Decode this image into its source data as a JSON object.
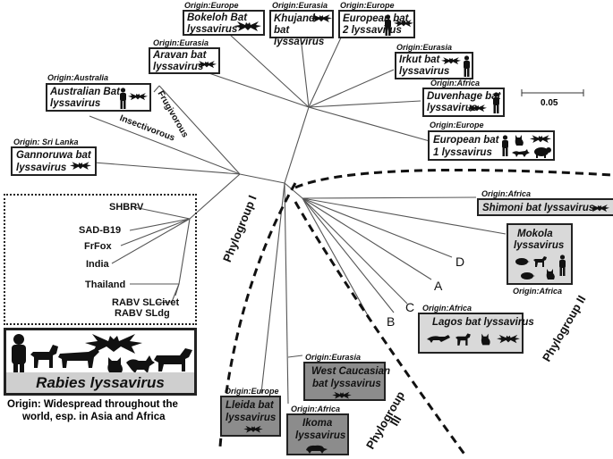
{
  "scale_bar": {
    "label": "0.05"
  },
  "clades": {
    "frugivorous": "Frugivorous",
    "insectivorous": "Insectivorous"
  },
  "phylogroups": {
    "one": "Phylogroup I",
    "two": "Phylogroup II",
    "three_a": "Phylogroup",
    "three_b": "III"
  },
  "branch_letters": {
    "a": "A",
    "b": "B",
    "c": "C",
    "d": "D"
  },
  "viruses": [
    {
      "id": "bokeloh",
      "origin": "Origin:Europe",
      "line1": "Bokeloh Bat",
      "line2": "lyssavirus"
    },
    {
      "id": "khujand",
      "origin": "Origin:Eurasia",
      "line1": "Khujand",
      "line2": "bat lyssavirus"
    },
    {
      "id": "ebl2",
      "origin": "Origin:Europe",
      "line1": "European bat",
      "line2": "2 lyssavirus"
    },
    {
      "id": "aravan",
      "origin": "Origin:Eurasia",
      "line1": "Aravan bat",
      "line2": "lyssavirus"
    },
    {
      "id": "irkut",
      "origin": "Origin:Eurasia",
      "line1": "Irkut bat",
      "line2": "lyssavirus"
    },
    {
      "id": "australian",
      "origin": "Origin:Australia",
      "line1": "Australian Bat",
      "line2": "lyssavirus"
    },
    {
      "id": "duvenhage",
      "origin": "Origin:Africa",
      "line1": "Duvenhage bat",
      "line2": "lyssavirus"
    },
    {
      "id": "ebl1",
      "origin": "Origin:Europe",
      "line1": "European bat",
      "line2": "1 lyssavirus"
    },
    {
      "id": "gannoruwa",
      "origin": "Origin: Sri Lanka",
      "line1": "Gannoruwa bat",
      "line2": "lyssavirus"
    },
    {
      "id": "shimoni",
      "origin": "Origin:Africa",
      "line1": "Shimoni bat lyssavirus",
      "line2": ""
    },
    {
      "id": "mokola",
      "origin": "Origin:Africa",
      "line1": "Mokola",
      "line2": "lyssavirus"
    },
    {
      "id": "lagos",
      "origin": "Origin:Africa",
      "line1": "Lagos bat lyssavirus",
      "line2": ""
    },
    {
      "id": "westcauc",
      "origin": "Origin:Eurasia",
      "line1": "West Caucasian",
      "line2": "bat lyssavirus"
    },
    {
      "id": "lleida",
      "origin": "Origin:Europe",
      "line1": "Lleida bat",
      "line2": "lyssavirus"
    },
    {
      "id": "ikoma",
      "origin": "Origin:Africa",
      "line1": "Ikoma",
      "line2": "lyssavirus"
    }
  ],
  "rabies": {
    "strains": [
      "SHBRV",
      "SAD-B19",
      "FrFox",
      "India",
      "Thailand",
      "RABV SLCivet",
      "RABV SLdg"
    ],
    "title": "Rabies lyssavirus",
    "origin_line1": "Origin: Widespread throughout the",
    "origin_line2": "world, esp. in Asia and Africa"
  },
  "colors": {
    "light_box": "#d9d9d9",
    "dark_box": "#8c8c8c",
    "line": "#444444"
  }
}
